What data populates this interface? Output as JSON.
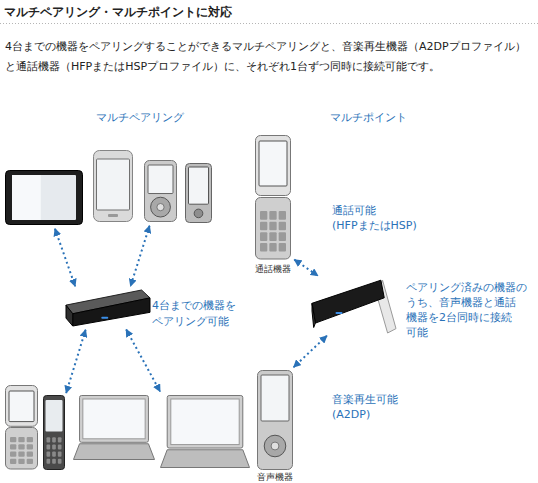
{
  "diagram": {
    "title": "マルチペアリング・マルチポイントに対応",
    "nodes": [
      {
        "text": []
      },
      {
        "text": []
      },
      {
        "text": []
      },
      {
        "text": []
      },
      {
        "text": [
          "4台までの機器を ペアリング可能"
        ]
      },
      {
        "text": []
      },
      {
        "text": []
      },
      {
        "text": []
      },
      {
        "text": []
      },
      {
        "text": [
          "通話機器"
        ]
      },
      {
        "text": [
          "ペアリング済みの機器の うち、音声機器と通話 機器を2台同時に接続 可能"
        ]
      },
      {
        "text": [
          "音声機器"
        ]
      }
    ],
    "edges": [
      {
        "from": 0,
        "to": 4,
        "arrow": "both"
      },
      {
        "from": 2,
        "to": 4,
        "arrow": "both"
      },
      {
        "from": 4,
        "to": 6,
        "arrow": "both"
      },
      {
        "from": 4,
        "to": 8,
        "arrow": "both"
      },
      {
        "from": 9,
        "to": 10,
        "label": "通話可能 (HFPまたはHSP)",
        "arrow": "both"
      },
      {
        "from": 10,
        "to": 11,
        "label": "音楽再生可能 (A2DP)",
        "arrow": "both"
      }
    ],
    "labels": [
      "4台までの機器をペアリングすることができるマルチペアリングと、音楽再生機器（A2DPプロファイル） と通話機器（HFPまたはHSPプロファイル）に、それぞれ1台ずつ同時に接続可能です。",
      "マルチペアリング",
      "マルチポイント"
    ]
  }
}
